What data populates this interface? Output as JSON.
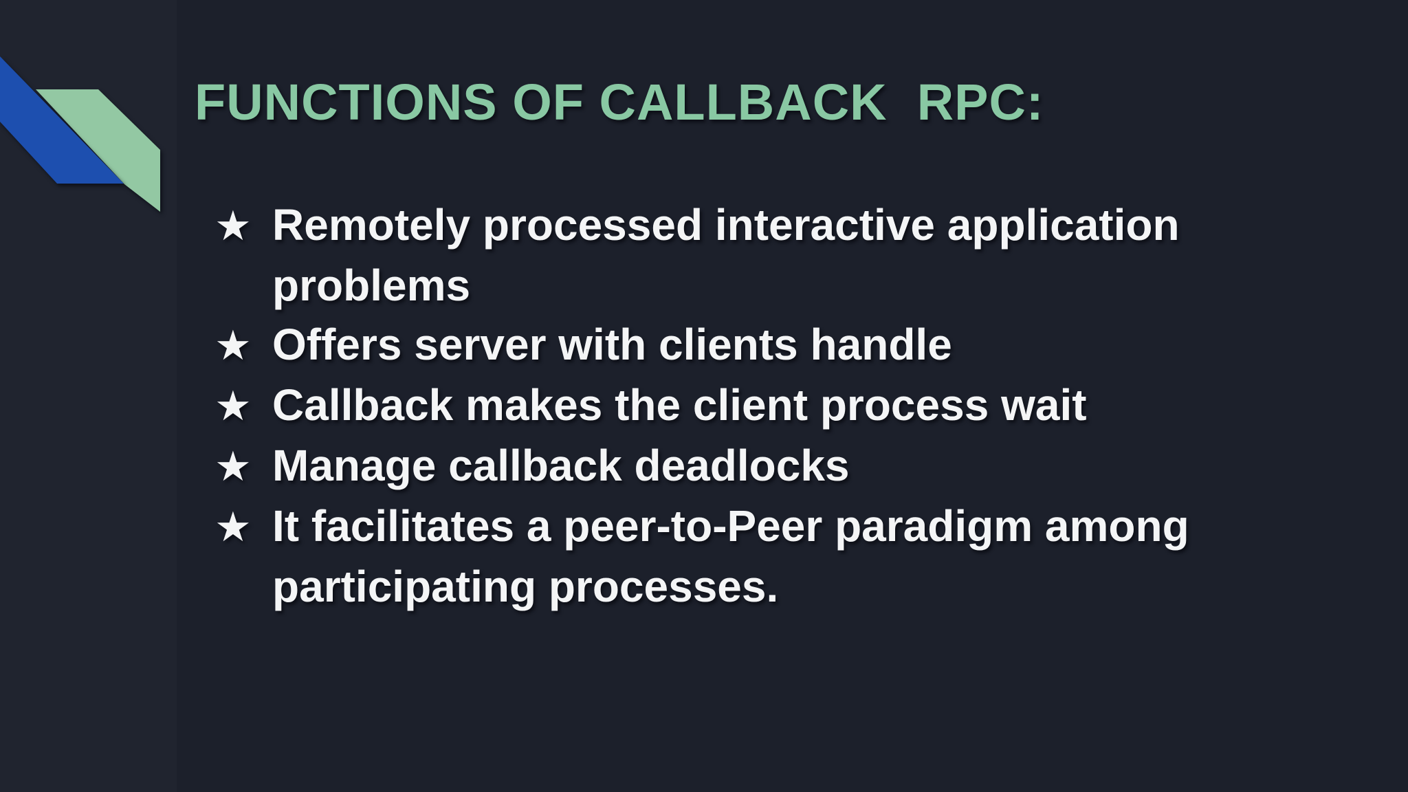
{
  "slide": {
    "title": "FUNCTIONS OF CALLBACK  RPC:",
    "bullet_glyph": "★",
    "bullets": [
      "Remotely processed interactive application problems",
      "Offers server with clients handle",
      "Callback makes the client process wait",
      "Manage callback deadlocks",
      "It facilitates a peer-to-Peer paradigm among participating processes."
    ],
    "colors": {
      "background": "#1c202b",
      "left_strip": "#20242f",
      "accent_blue": "#1d4faf",
      "accent_green": "#93c8a3",
      "title_green": "#89c8a3",
      "text": "#f4f5f6"
    }
  }
}
